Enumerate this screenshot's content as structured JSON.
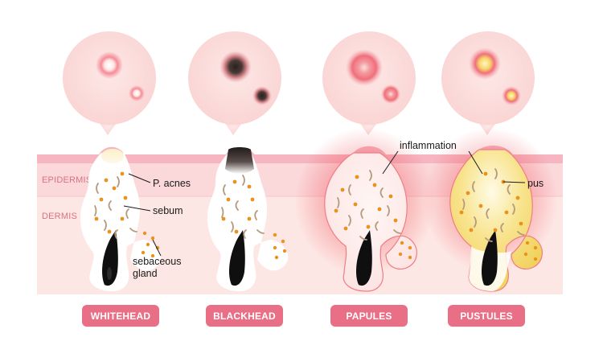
{
  "layers": {
    "epidermis": "EPIDERMIS",
    "dermis": "DERMIS"
  },
  "callouts": {
    "p_acnes": "P. acnes",
    "sebum": "sebum",
    "sebaceous_line1": "sebaceous",
    "sebaceous_line2": "gland",
    "inflammation": "inflammation",
    "pus": "pus"
  },
  "stages": [
    {
      "label": "WHITEHEAD"
    },
    {
      "label": "BLACKHEAD"
    },
    {
      "label": "PAPULES"
    },
    {
      "label": "PUSTULES"
    }
  ],
  "colors": {
    "skin_surface": "#f6b5c0",
    "epidermis": "#fbd9db",
    "dermis": "#fde7e4",
    "badge": "#e86f86",
    "bacteria": "#e8931f",
    "sebum": "#b59a7e",
    "inflammation": "#ee3b45",
    "pus": "#f5d95a"
  }
}
